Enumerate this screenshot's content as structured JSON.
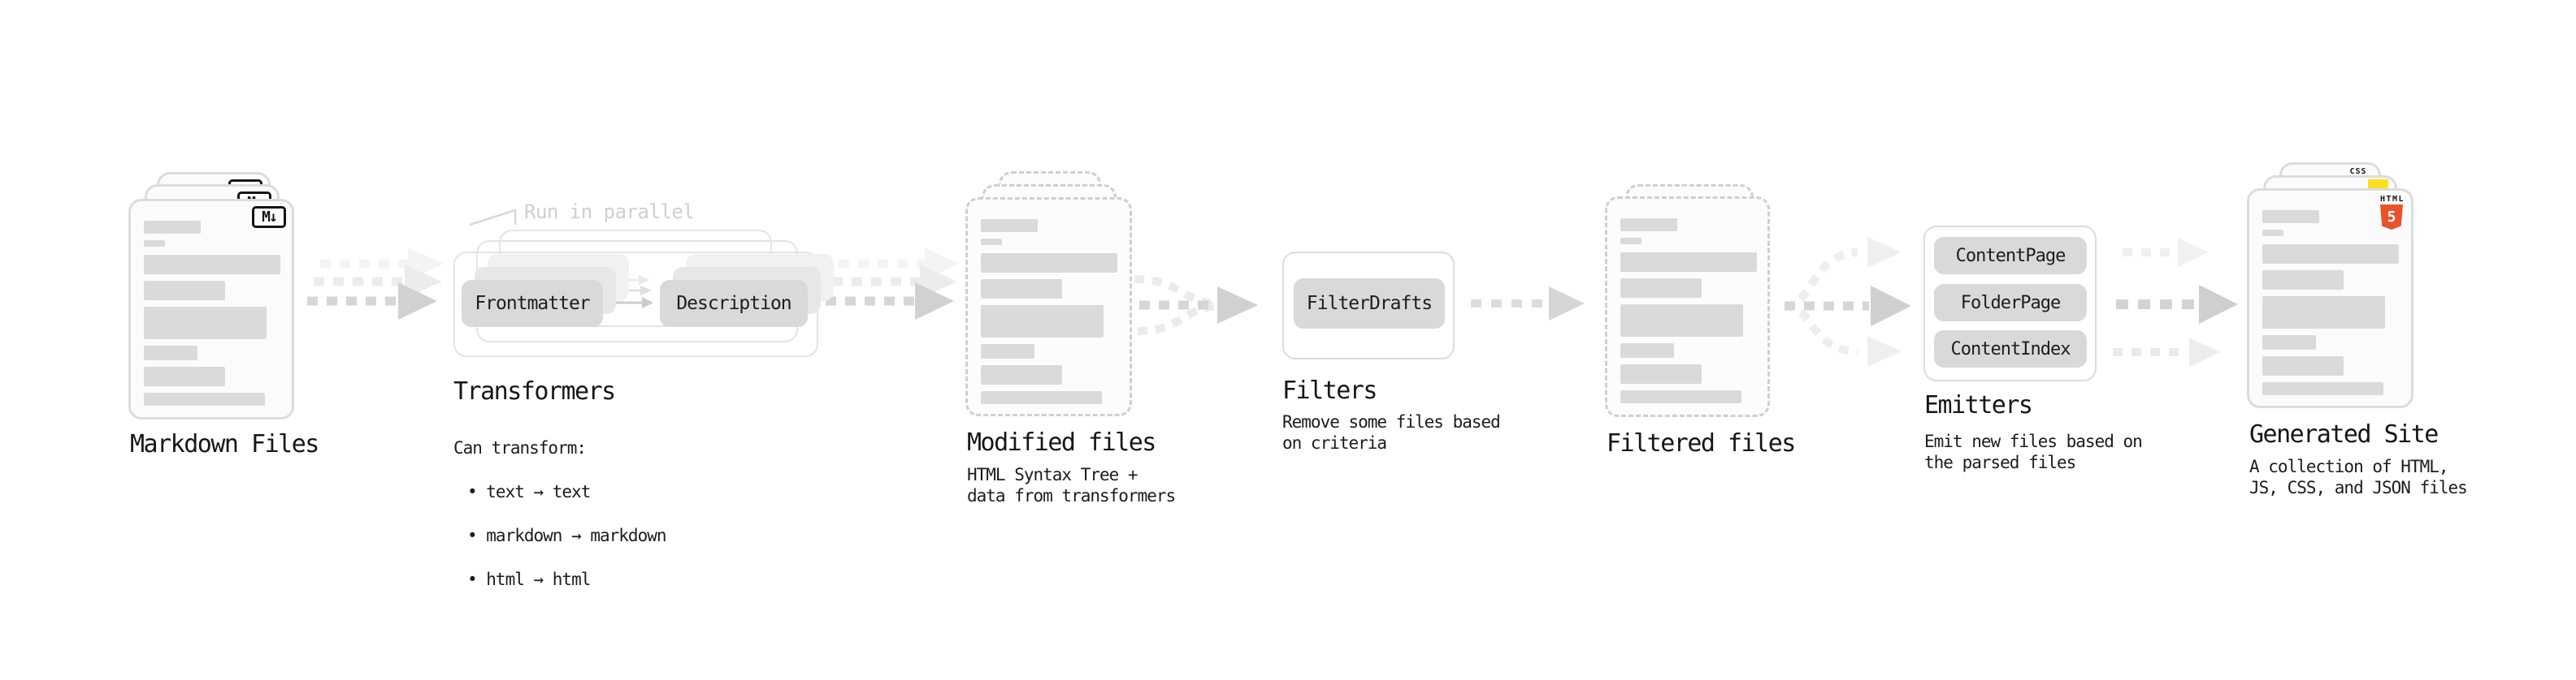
{
  "diagram": {
    "markdown": {
      "title": "Markdown Files",
      "badge": "M↓"
    },
    "transformers": {
      "annotation": "Run in parallel",
      "pill_left": "Frontmatter",
      "pill_right": "Description",
      "title": "Transformers",
      "desc_heading": "Can transform:",
      "bullets": [
        "• text → text",
        "• markdown → markdown",
        "• html → html"
      ]
    },
    "modified": {
      "title": "Modified files",
      "subtitle": "HTML Syntax Tree +\ndata from transformers"
    },
    "filters": {
      "pill": "FilterDrafts",
      "title": "Filters",
      "subtitle": "Remove some files based\non criteria"
    },
    "filtered": {
      "title": "Filtered files"
    },
    "emitters": {
      "pills": [
        "ContentPage",
        "FolderPage",
        "ContentIndex"
      ],
      "title": "Emitters",
      "subtitle": "Emit new files based on\nthe parsed files"
    },
    "generated": {
      "title": "Generated Site",
      "subtitle": "A collection of HTML,\nJS, CSS, and JSON files",
      "css_label": "CSS",
      "html_label": "HTML",
      "html_number": "5"
    },
    "colors": {
      "html5_orange": "#e8532a",
      "js_yellow": "#ffdf1e",
      "css_blue": "#2a65e8",
      "pill_gray": "#d9d9d9",
      "arrow_gray": "#d6d6d6",
      "ghost_gray": "#ececec",
      "annotation_gray": "#cfcfcf"
    }
  }
}
